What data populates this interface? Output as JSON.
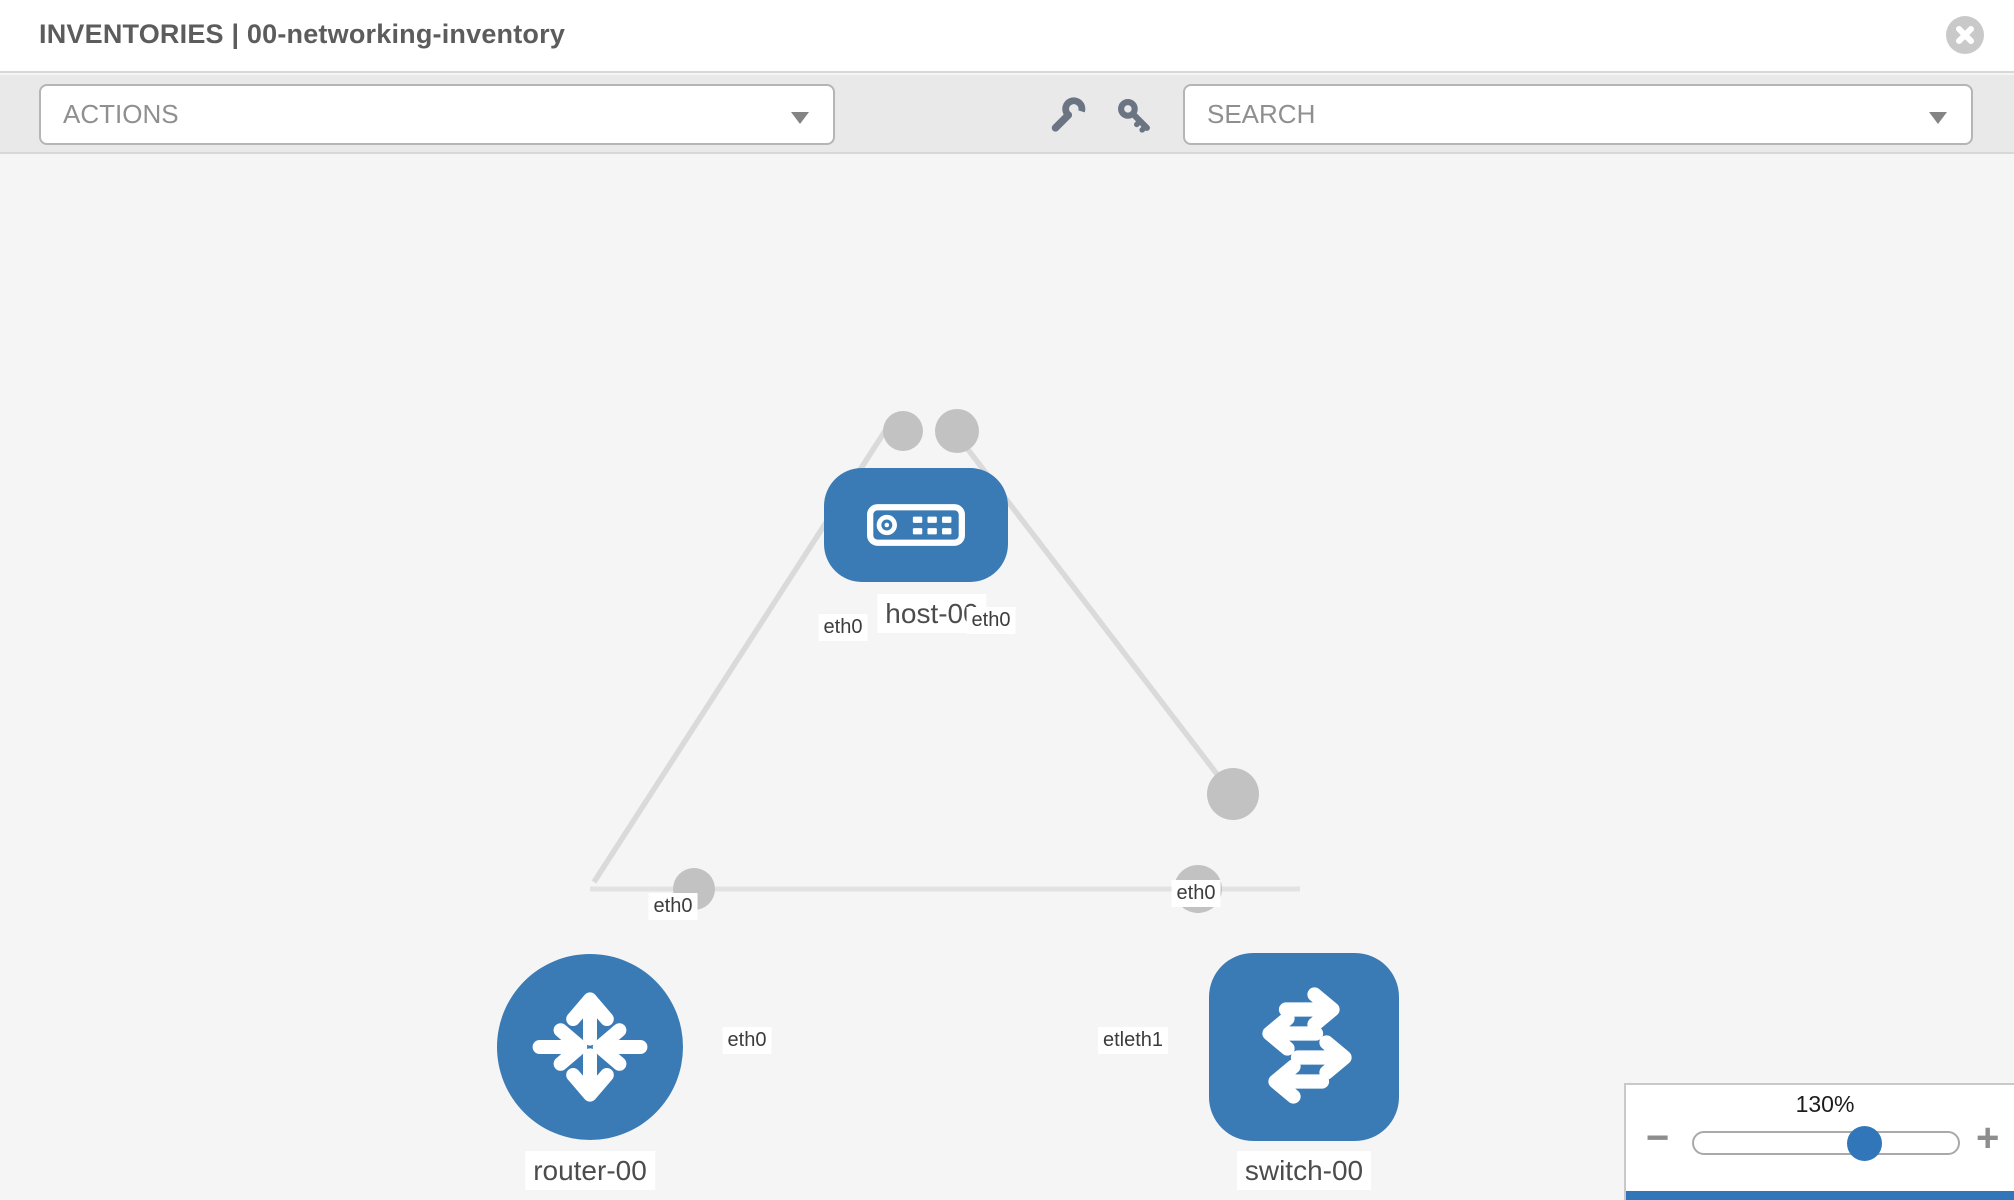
{
  "header": {
    "title": "INVENTORIES | 00-networking-inventory"
  },
  "toolbar": {
    "actions": {
      "label": "ACTIONS"
    },
    "search": {
      "label": "SEARCH"
    },
    "tools": [
      {
        "name": "wrench-icon"
      },
      {
        "name": "key-icon"
      }
    ]
  },
  "diagram": {
    "nodes": [
      {
        "id": "host-00",
        "type": "host",
        "label": "host-00"
      },
      {
        "id": "router-00",
        "type": "router",
        "label": "router-00"
      },
      {
        "id": "switch-00",
        "type": "switch",
        "label": "switch-00"
      }
    ],
    "links": [
      {
        "source": "host-00",
        "target": "router-00",
        "source_interface": "eth0",
        "target_interface": "eth0"
      },
      {
        "source": "host-00",
        "target": "switch-00",
        "source_interface": "eth0",
        "target_interface": "eth0"
      },
      {
        "source": "router-00",
        "target": "switch-00",
        "source_interface": "eth0",
        "target_interface": "eth1"
      }
    ],
    "interface_labels": [
      {
        "text": "eth0"
      },
      {
        "text": "eth0"
      },
      {
        "text": "eth0"
      },
      {
        "text": "eth0"
      },
      {
        "text": "eth0"
      },
      {
        "text": "etleth1"
      }
    ]
  },
  "zoom_control": {
    "level": "130%",
    "minus": "−",
    "plus": "+"
  },
  "colors": {
    "node_blue": "#3b7bb5",
    "accent_blue": "#3076b8",
    "link_gray": "#dadada",
    "dot_gray": "#c2c2c2",
    "toolbar_gray": "#e9e9e9"
  }
}
